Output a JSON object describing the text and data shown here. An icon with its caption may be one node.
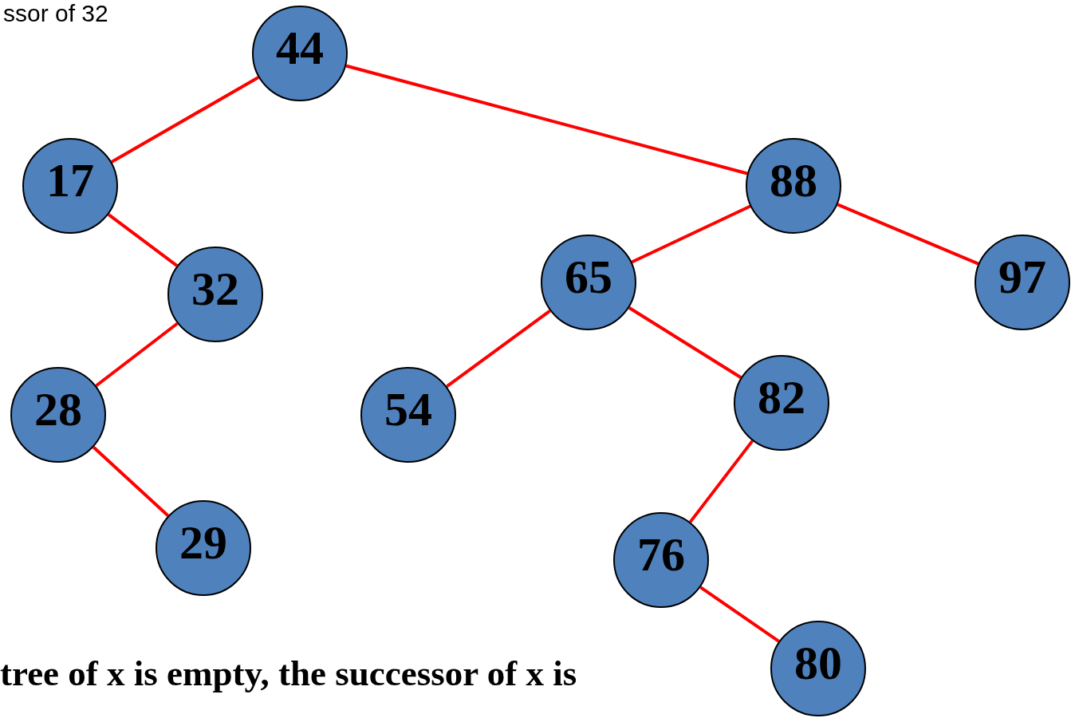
{
  "diagram": {
    "nodes": [
      {
        "text": [
          "44"
        ]
      },
      {
        "text": [
          "17"
        ]
      },
      {
        "text": [
          "88"
        ]
      },
      {
        "text": [
          "32"
        ]
      },
      {
        "text": [
          "65"
        ]
      },
      {
        "text": [
          "97"
        ]
      },
      {
        "text": [
          "28"
        ]
      },
      {
        "text": [
          "54"
        ]
      },
      {
        "text": [
          "82"
        ]
      },
      {
        "text": [
          "29"
        ]
      },
      {
        "text": [
          "76"
        ]
      },
      {
        "text": [
          "80"
        ]
      }
    ],
    "edges": [
      {
        "from": 0,
        "to": 1,
        "arrow": "none"
      },
      {
        "from": 0,
        "to": 2,
        "arrow": "none"
      },
      {
        "from": 1,
        "to": 3,
        "arrow": "none"
      },
      {
        "from": 3,
        "to": 6,
        "arrow": "none"
      },
      {
        "from": 6,
        "to": 9,
        "arrow": "none"
      },
      {
        "from": 2,
        "to": 4,
        "arrow": "none"
      },
      {
        "from": 2,
        "to": 5,
        "arrow": "none"
      },
      {
        "from": 4,
        "to": 7,
        "arrow": "none"
      },
      {
        "from": 4,
        "to": 8,
        "arrow": "none"
      },
      {
        "from": 8,
        "to": 10,
        "arrow": "none"
      },
      {
        "from": 10,
        "to": 11,
        "arrow": "none"
      }
    ],
    "labels": [
      "ssor of 32",
      "tree of x is empty, the successor of x is"
    ]
  }
}
